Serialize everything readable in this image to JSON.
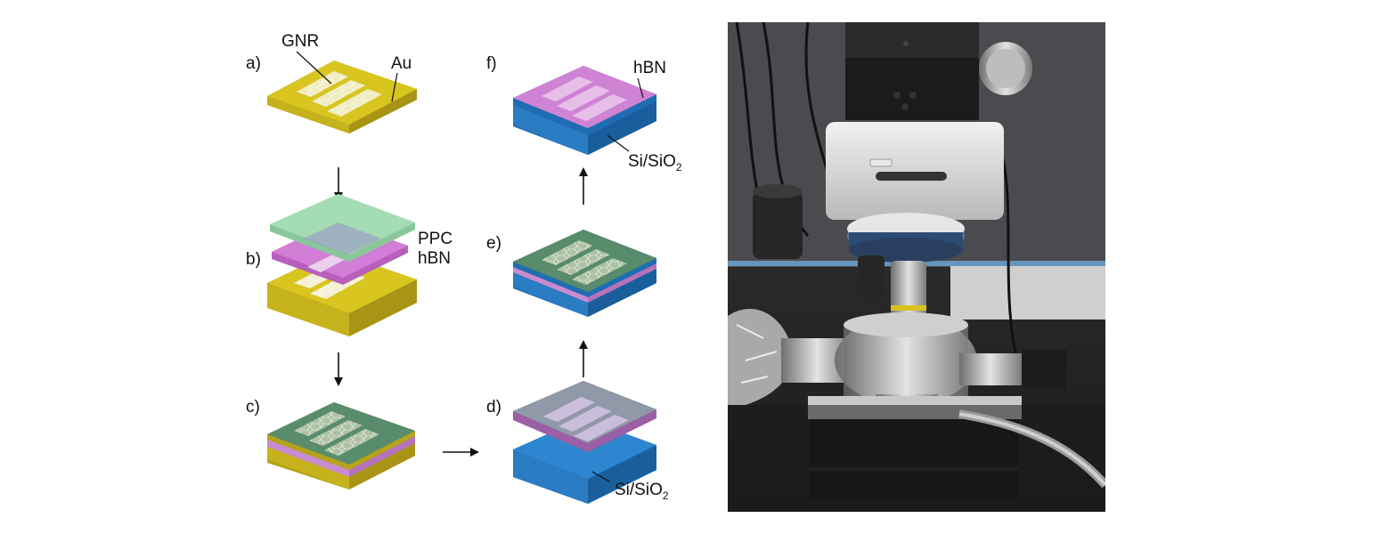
{
  "figure": {
    "steps": [
      {
        "id": "a",
        "label": "a)"
      },
      {
        "id": "b",
        "label": "b)"
      },
      {
        "id": "c",
        "label": "c)"
      },
      {
        "id": "d",
        "label": "d)"
      },
      {
        "id": "e",
        "label": "e)"
      },
      {
        "id": "f",
        "label": "f)"
      }
    ],
    "layer_labels": {
      "gnr": "GNR",
      "au": "Au",
      "ppc": "PPC",
      "hbn_b": "hBN",
      "hbn_f": "hBN"
    },
    "substrate_labels": {
      "d": {
        "main": "Si/SiO",
        "sub": "2"
      },
      "f": {
        "main": "Si/SiO",
        "sub": "2"
      }
    },
    "colors": {
      "gold": "#d8c51f",
      "ppc": "#a9dfb8",
      "hbn": "#d47fd7",
      "substrate": "#2f86d0",
      "ribbon": "#f4f0d0"
    }
  }
}
